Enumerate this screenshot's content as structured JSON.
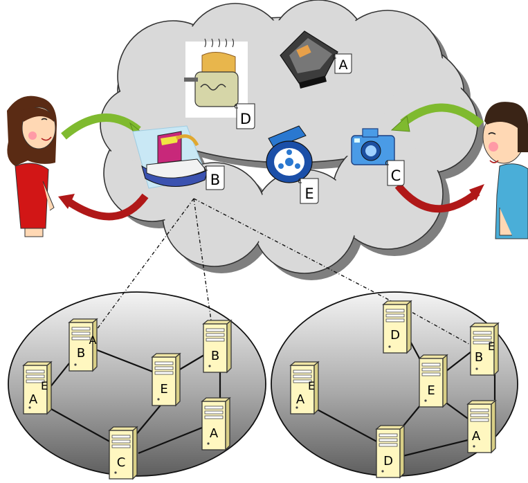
{
  "cloud_services": [
    {
      "icon": "printer-icon",
      "label": "A"
    },
    {
      "icon": "boat-icon",
      "label": "B"
    },
    {
      "icon": "camera-icon",
      "label": "C"
    },
    {
      "icon": "toaster-icon",
      "label": "D"
    },
    {
      "icon": "film-reel-icon",
      "label": "E"
    }
  ],
  "network_left": {
    "servers": [
      {
        "label": "B",
        "tag": "A"
      },
      {
        "label": "A",
        "tag": "E"
      },
      {
        "label": "E"
      },
      {
        "label": "B"
      },
      {
        "label": "A"
      },
      {
        "label": "C"
      }
    ]
  },
  "network_right": {
    "servers": [
      {
        "label": "D"
      },
      {
        "label": "A",
        "tag": "E"
      },
      {
        "label": "E"
      },
      {
        "label": "B",
        "tag": "E"
      },
      {
        "label": "A"
      },
      {
        "label": "D"
      }
    ]
  },
  "colors": {
    "cloud_fill": "#d9d9d9",
    "cloud_shadow": "#7f7f7f",
    "green_arrow": "#7fba2f",
    "red_arrow": "#b01818",
    "server_fill": "#fff7c0",
    "link_line": "#000000"
  }
}
